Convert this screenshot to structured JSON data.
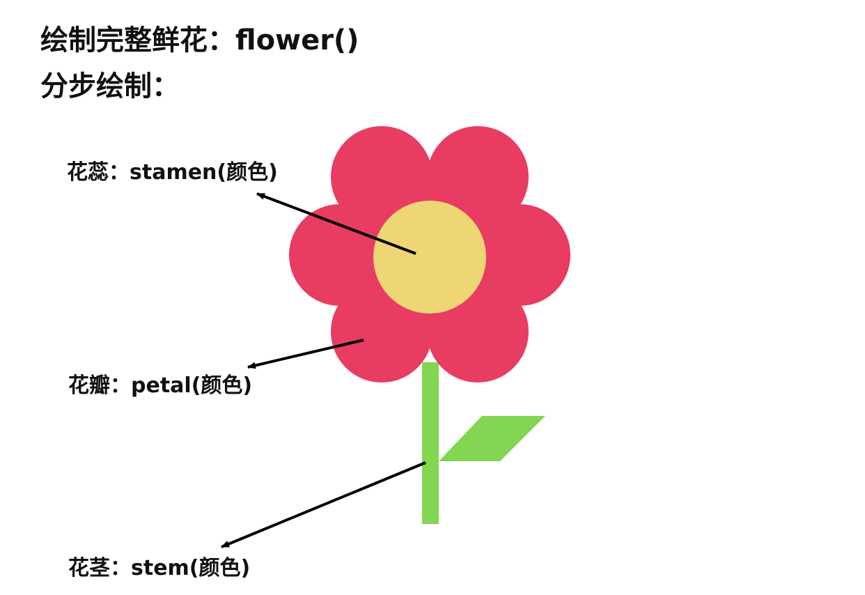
{
  "title": "绘制完整鲜花：flower()",
  "subtitle": "分步绘制：",
  "labels": {
    "stamen": "花蕊：stamen(颜色)",
    "petal": "花瓣：petal(颜色)",
    "stem": "花茎：stem(颜色)"
  },
  "colors": {
    "petal": "#e83c62",
    "stamen": "#edd673",
    "stem": "#82d651",
    "arrow": "#000000"
  }
}
